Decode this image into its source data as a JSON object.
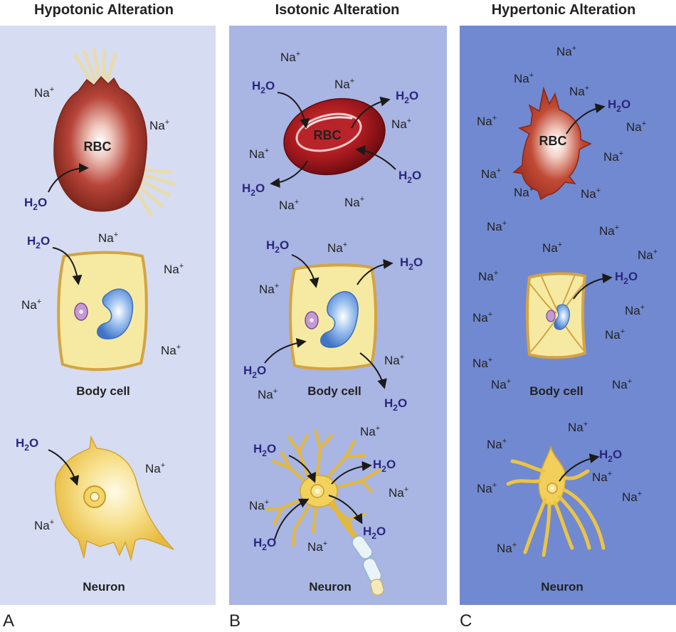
{
  "panels": [
    {
      "letter": "A",
      "title": "Hypotonic Alteration",
      "bg": "#d6dcf1"
    },
    {
      "letter": "B",
      "title": "Isotonic Alteration",
      "bg": "#a9b5e2"
    },
    {
      "letter": "C",
      "title": "Hypertonic Alteration",
      "bg": "#7189d0"
    }
  ],
  "labels": {
    "sodium": "Na",
    "sodium_charge": "+",
    "water_h": "H",
    "water_sub": "2",
    "water_o": "O",
    "rbc": "RBC",
    "body_cell": "Body cell",
    "neuron": "Neuron"
  },
  "colors": {
    "water_text": "#2a2680",
    "rbc_fill": "#b33a2c",
    "cell_fill": "#f6eaa3",
    "cell_border": "#d4a441",
    "nucleus": "#5b8fd8",
    "nucleolus": "#b584c7",
    "neuron_fill": "#f1cf5a"
  },
  "icons": [
    "arrow-icon",
    "rbc-icon",
    "body-cell-icon",
    "neuron-icon",
    "nucleus-icon"
  ]
}
